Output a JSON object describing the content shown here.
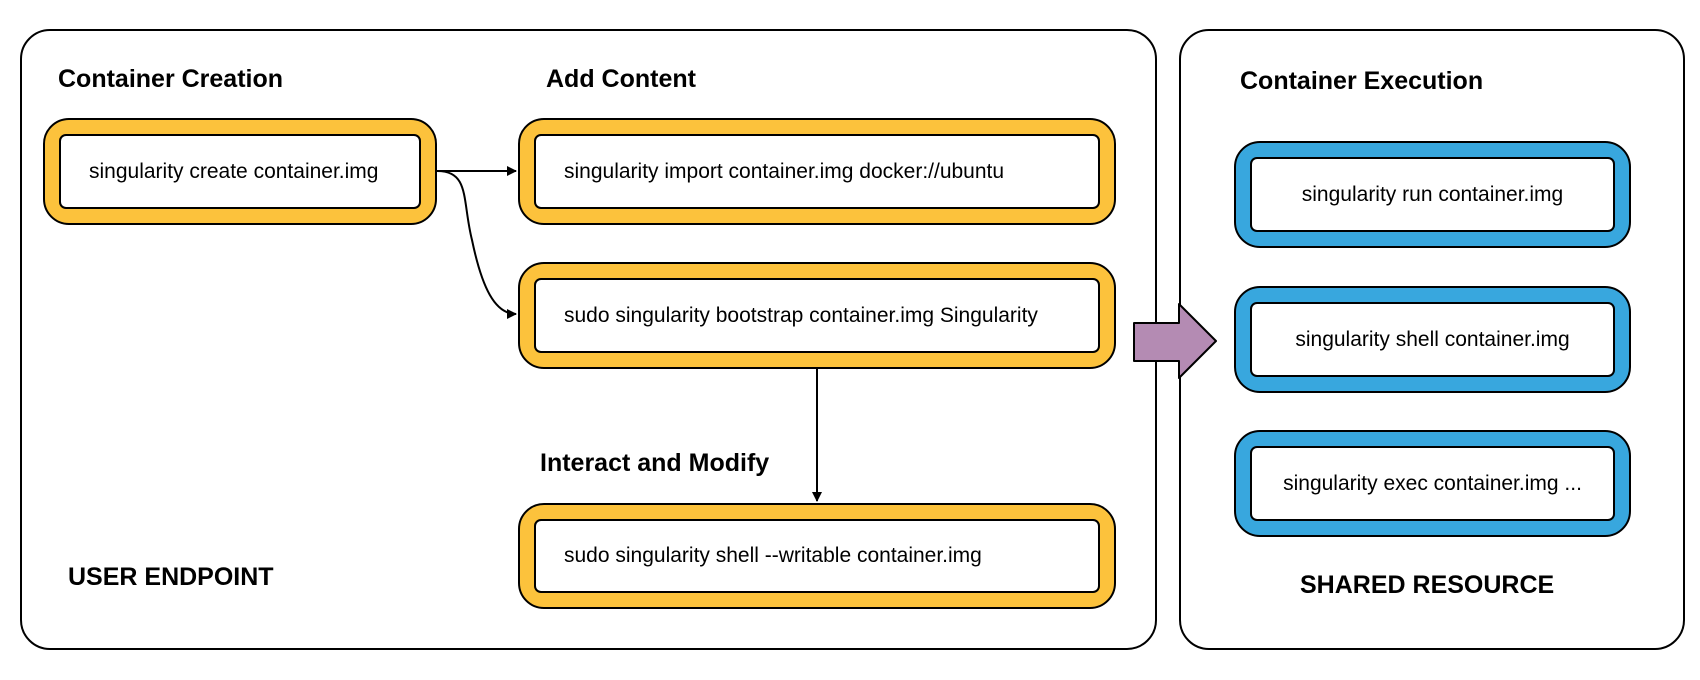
{
  "user_endpoint": {
    "label": "USER ENDPOINT",
    "sections": {
      "creation": "Container Creation",
      "add_content": "Add Content",
      "interact": "Interact and Modify"
    },
    "commands": {
      "create": "singularity create container.img",
      "import": "singularity import container.img docker://ubuntu",
      "bootstrap": "sudo singularity bootstrap container.img Singularity",
      "shell_writable": "sudo singularity shell --writable container.img"
    }
  },
  "shared_resource": {
    "label": "SHARED RESOURCE",
    "section": "Container Execution",
    "commands": {
      "run": "singularity run container.img",
      "shell": "singularity shell container.img",
      "exec": "singularity exec container.img ..."
    }
  },
  "colors": {
    "user_box": "#fcc23c",
    "shared_box": "#38a7de",
    "transfer_arrow": "#b48bb3"
  }
}
